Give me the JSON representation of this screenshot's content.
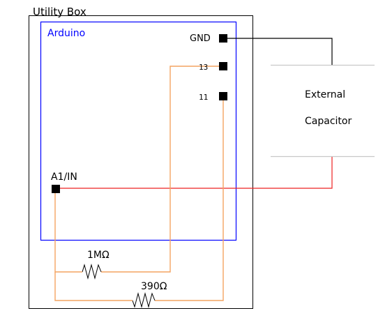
{
  "diagram": {
    "utility_box_label": "Utility Box",
    "arduino_label": "Arduino",
    "pins": {
      "gnd": "GND",
      "pin13": "13",
      "pin11": "11",
      "a1": "A1/IN"
    },
    "external_capacitor": {
      "line1": "External",
      "line2": "Capacitor"
    },
    "resistors": {
      "r1": "1MΩ",
      "r2": "390Ω"
    }
  },
  "colors": {
    "box": "#000000",
    "arduino_border": "#0000ff",
    "wire_orange": "#f4a460",
    "wire_red": "#ee2222",
    "wire_black": "#000000",
    "capacitor_plate": "#c8c8c8"
  }
}
